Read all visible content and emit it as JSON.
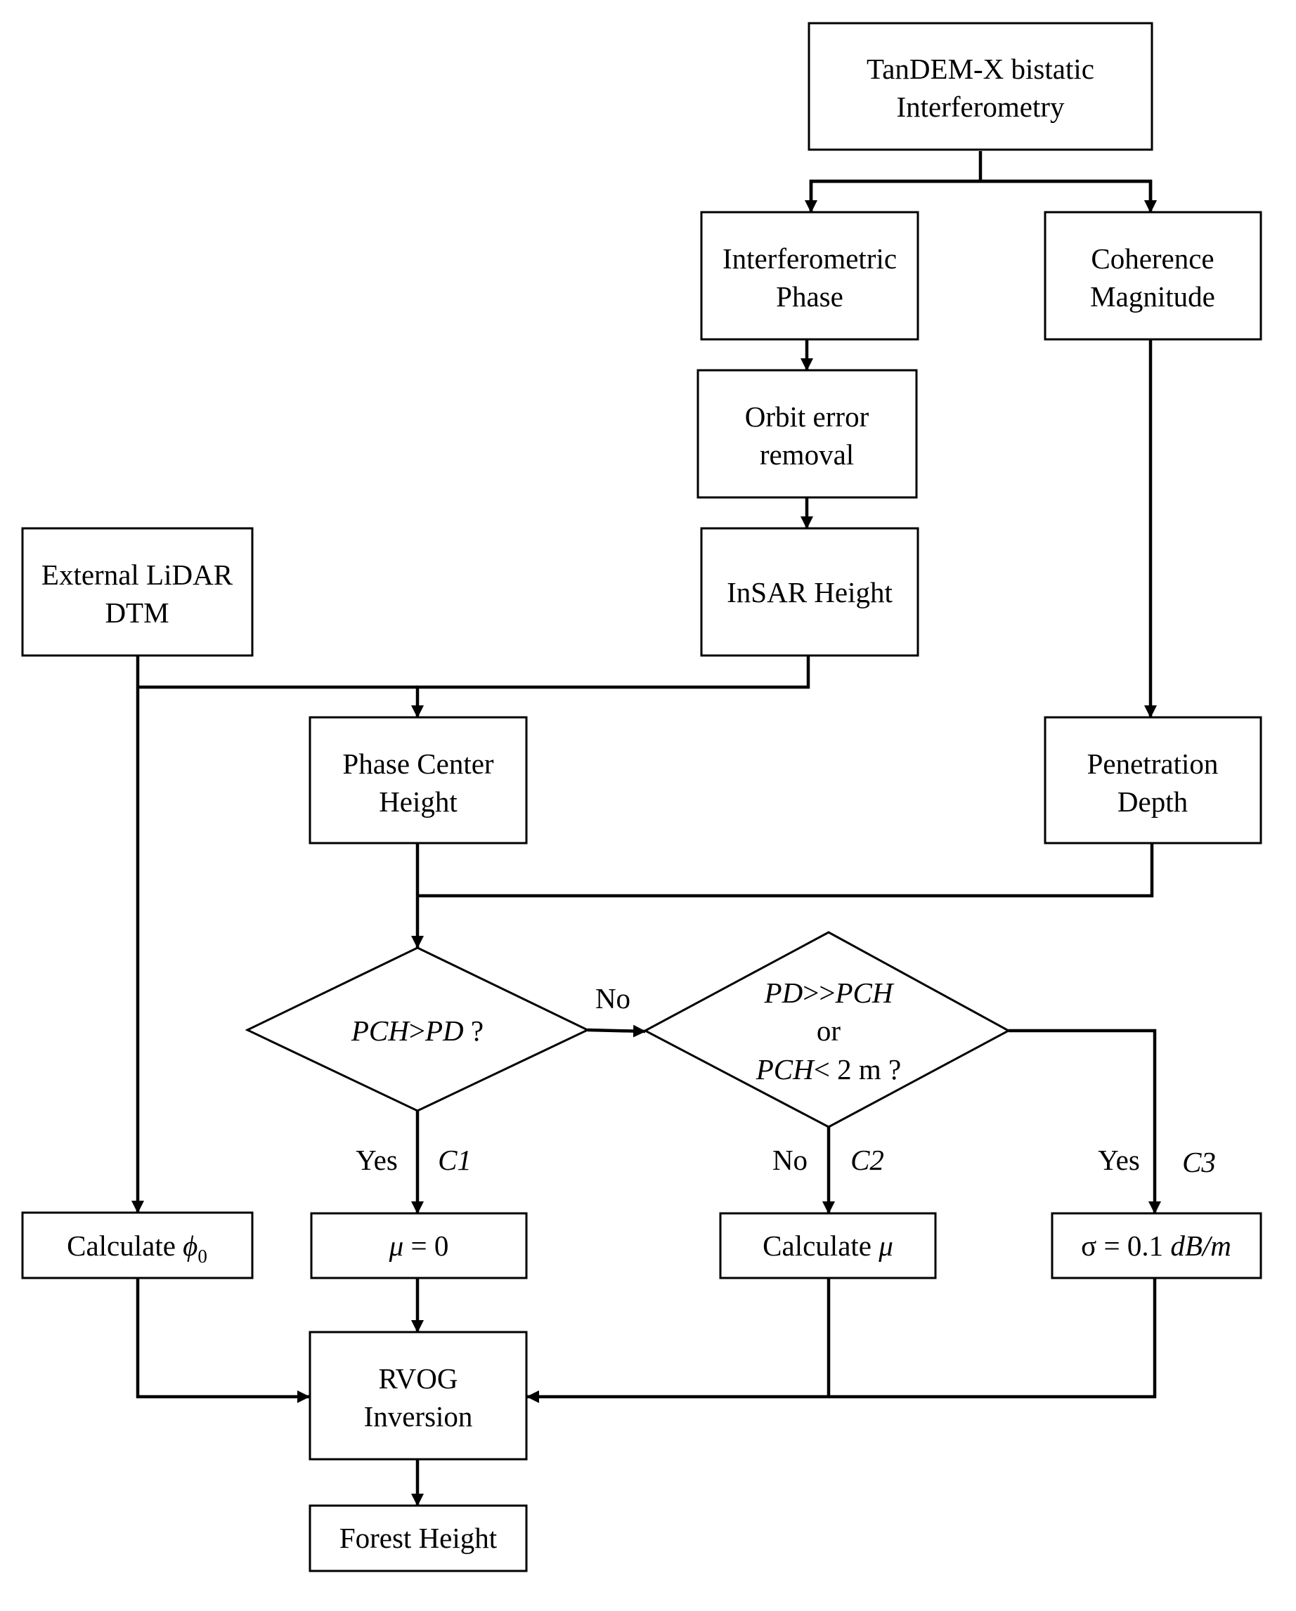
{
  "nodes": {
    "tandem": {
      "line1": "TanDEM-X bistatic",
      "line2": "Interferometry"
    },
    "phase": {
      "line1": "Interferometric",
      "line2": "Phase"
    },
    "coherence": {
      "line1": "Coherence",
      "line2": "Magnitude"
    },
    "orbit": {
      "line1": "Orbit error",
      "line2": "removal"
    },
    "insar": {
      "label": "InSAR Height"
    },
    "lidar": {
      "line1": "External LiDAR",
      "line2": "DTM"
    },
    "pch": {
      "line1": "Phase Center",
      "line2": "Height"
    },
    "penetration": {
      "line1": "Penetration",
      "line2": "Depth"
    },
    "calc_phi": {
      "prefix": "Calculate",
      "symbol": "ϕ",
      "subscript": "0"
    },
    "mu_zero": {
      "mu": "μ",
      "rest": " = 0"
    },
    "calc_mu": {
      "prefix": "Calculate",
      "symbol": "μ"
    },
    "sigma": {
      "lhs": "σ = 0.1 ",
      "unit": "dB/m"
    },
    "rvog": {
      "line1": "RVOG",
      "line2": "Inversion"
    },
    "forest": {
      "label": "Forest Height"
    }
  },
  "decisions": {
    "d1": {
      "var1": "PCH",
      "op": ">",
      "var2": "PD",
      "tail": " ?"
    },
    "d2": {
      "line1": {
        "var1": "PD",
        "op": ">>",
        "var2": "PCH"
      },
      "line2": "or",
      "line3": {
        "var1": "PCH",
        "tail": "< 2 m ?"
      }
    }
  },
  "edge_labels": {
    "d1_no": "No",
    "d1_yes": "Yes",
    "c1": "C1",
    "d2_no": "No",
    "c2": "C2",
    "d2_yes": "Yes",
    "c3": "C3"
  }
}
